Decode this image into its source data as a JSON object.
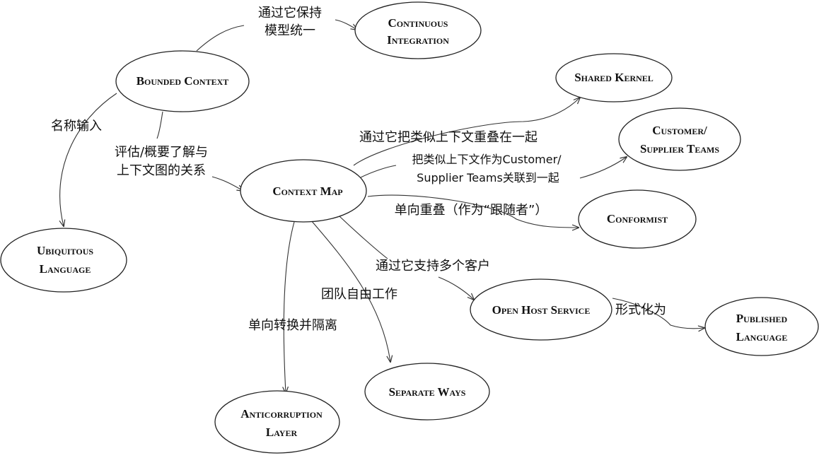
{
  "nodes": {
    "continuous_integration": [
      "Continuous",
      "Integration"
    ],
    "bounded_context": [
      "Bounded Context"
    ],
    "shared_kernel": [
      "Shared Kernel"
    ],
    "customer_supplier": [
      "Customer/",
      "Supplier Teams"
    ],
    "context_map": [
      "Context Map"
    ],
    "ubiquitous_language": [
      "Ubiquitous",
      "Language"
    ],
    "conformist": [
      "Conformist"
    ],
    "open_host_service": [
      "Open Host Service"
    ],
    "published_language": [
      "Published",
      "Language"
    ],
    "separate_ways": [
      "Separate Ways"
    ],
    "anticorruption_layer": [
      "Anticorruption",
      "Layer"
    ]
  },
  "relations": {
    "keep_unified": [
      "通过它保持",
      "模型统一"
    ],
    "name_input": "名称输入",
    "assess_overview": [
      "评估/概要了解与",
      "上下文图的关系"
    ],
    "overlap_shared": "通过它把类似上下文重叠在一起",
    "relate_cs": [
      "把类似上下文作为Customer/",
      "Supplier Teams关联到一起"
    ],
    "one_way_overlap": "单向重叠（作为“跟随者”）",
    "support_clients": "通过它支持多个客户",
    "teams_free": "团队自由工作",
    "translate_isolate": "单向转换并隔离",
    "formalize_as": "形式化为"
  }
}
